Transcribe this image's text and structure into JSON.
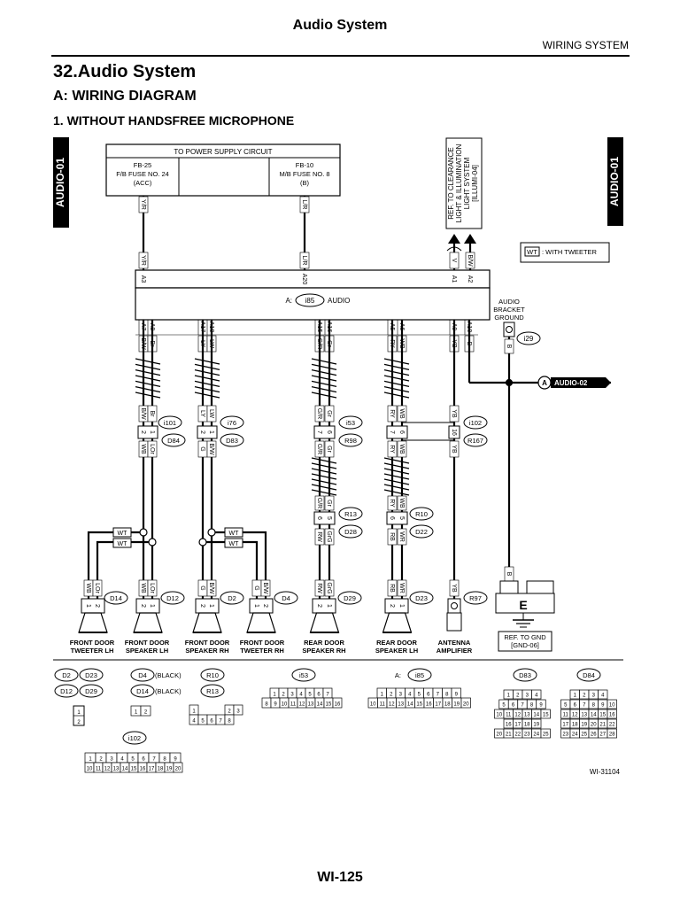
{
  "header": {
    "title": "Audio System",
    "section": "WIRING SYSTEM"
  },
  "headings": {
    "h1": "32.Audio System",
    "h2": "A:  WIRING DIAGRAM",
    "h3": "1.  WITHOUT HANDSFREE MICROPHONE"
  },
  "side_tabs": {
    "left": "AUDIO-01",
    "right": "AUDIO-01"
  },
  "power_box": {
    "title": "TO POWER SUPPLY CIRCUIT",
    "fuse_left": [
      "FB-25",
      "F/B FUSE NO. 24",
      "(ACC)"
    ],
    "fuse_right": [
      "FB-10",
      "M/B FUSE NO. 8",
      "(B)"
    ]
  },
  "ref_box": [
    "REF. TO CLEARANCE",
    "LIGHT & ILLUMINATION",
    "LIGHT SYSTEM",
    "[ILLUMI-04]"
  ],
  "legend": {
    "code": "WT",
    "text": ": WITH TWEETER"
  },
  "audio_unit": {
    "prefix": "A:",
    "code": "i85",
    "name": "AUDIO"
  },
  "top_pins": [
    {
      "pin": "A3",
      "wire": "Y/R"
    },
    {
      "pin": "A20",
      "wire": "L/R"
    },
    {
      "pin": "A1",
      "wire": "V"
    },
    {
      "pin": "A2",
      "wire": "B/W"
    }
  ],
  "power_wires": [
    "Y/R",
    "L/R"
  ],
  "bottom_pins": [
    {
      "pin": "A7",
      "wire": "B/W"
    },
    {
      "pin": "A8",
      "wire": "Br"
    },
    {
      "pin": "A17",
      "wire": "LY"
    },
    {
      "pin": "A18",
      "wire": "LW"
    },
    {
      "pin": "A15",
      "wire": "G/R"
    },
    {
      "pin": "A16",
      "wire": "Gr"
    },
    {
      "pin": "A5",
      "wire": "RY"
    },
    {
      "pin": "A6",
      "wire": "WB"
    },
    {
      "pin": "A9",
      "wire": "YB"
    },
    {
      "pin": "A10",
      "wire": "B"
    }
  ],
  "ground_bracket": {
    "label": [
      "AUDIO",
      "BRACKET",
      "GROUND"
    ],
    "wire": "B",
    "connector": "i29"
  },
  "audio02": {
    "letter": "A",
    "label": "AUDIO-02"
  },
  "upper_wires": [
    "B/W",
    "Br",
    "LY",
    "LW",
    "G/R",
    "Gr",
    "RY",
    "WB",
    "YB"
  ],
  "mid_connectors": [
    {
      "code": "i101",
      "alt": "D84",
      "pins": [
        "2",
        "1"
      ],
      "wires": [
        "WB",
        "LOr"
      ]
    },
    {
      "code": "i76",
      "alt": "D83",
      "pins": [
        "2",
        "1"
      ],
      "wires": [
        "G",
        "B/W"
      ]
    },
    {
      "code": "i53",
      "alt": "R98",
      "pins": [
        "7",
        "6"
      ],
      "wires": [
        "G/R",
        "Gr"
      ]
    },
    {
      "code": "i102",
      "alt": "R167",
      "pins": [
        "7",
        "6",
        "16"
      ],
      "wires": [
        "RY",
        "WB",
        "YB"
      ]
    }
  ],
  "rear_connectors": [
    {
      "code": "R13",
      "alt": "D28",
      "pins": [
        "6",
        "5"
      ],
      "top_wires": [
        "G/R",
        "Gr"
      ],
      "bottom_wires": [
        "RW",
        "GrG"
      ]
    },
    {
      "code": "R10",
      "alt": "D22",
      "pins": [
        "6",
        "5"
      ],
      "top_wires": [
        "RY",
        "WB"
      ],
      "bottom_wires": [
        "RB",
        "WR"
      ]
    }
  ],
  "wt_tag": "WT",
  "speakers": [
    {
      "code": "D14",
      "name": [
        "FRONT DOOR",
        "TWEETER LH"
      ],
      "wires": [
        "WB",
        "LOr"
      ],
      "pins": [
        "1",
        "2"
      ]
    },
    {
      "code": "D12",
      "name": [
        "FRONT DOOR",
        "SPEAKER LH"
      ],
      "wires": [
        "WB",
        "LOr"
      ],
      "pins": [
        "2",
        "1"
      ]
    },
    {
      "code": "D2",
      "name": [
        "FRONT DOOR",
        "SPEAKER RH"
      ],
      "wires": [
        "G",
        "B/W"
      ],
      "pins": [
        "2",
        "1"
      ]
    },
    {
      "code": "D4",
      "name": [
        "FRONT DOOR",
        "TWEETER RH"
      ],
      "wires": [
        "G",
        "B/W"
      ],
      "pins": [
        "1",
        "2"
      ]
    },
    {
      "code": "D29",
      "name": [
        "REAR DOOR",
        "SPEAKER RH"
      ],
      "wires": [
        "RW",
        "GrG"
      ],
      "pins": [
        "2",
        "1"
      ]
    },
    {
      "code": "D23",
      "name": [
        "REAR DOOR",
        "SPEAKER LH"
      ],
      "wires": [
        "RB",
        "WR"
      ],
      "pins": [
        "2",
        "1"
      ]
    },
    {
      "code": "R97",
      "name": [
        "ANTENNA",
        "AMPLIFIER"
      ],
      "wires": [
        "YB"
      ],
      "pins": []
    }
  ],
  "ground": {
    "letter": "E",
    "ref": [
      "REF. TO GND",
      "[GND-06]"
    ]
  },
  "connector_views": {
    "c1": {
      "codes": [
        "D2",
        "D23",
        "D12",
        "D29"
      ],
      "pins": [
        "1",
        "2"
      ]
    },
    "c2": {
      "codes": [
        "D4",
        "D14"
      ],
      "notes": [
        "(BLACK)",
        "(BLACK)"
      ],
      "pins": [
        "1",
        "2"
      ]
    },
    "c3": {
      "codes": [
        "R10",
        "R13"
      ],
      "pins": [
        "1",
        "2",
        "3",
        "4",
        "5",
        "6",
        "7",
        "8"
      ]
    },
    "c4": {
      "code": "i53",
      "row1": [
        "1",
        "2",
        "3",
        "4",
        "5",
        "6",
        "7"
      ],
      "row2": [
        "8",
        "9",
        "10",
        "11",
        "12",
        "13",
        "14",
        "15",
        "16"
      ]
    },
    "c5": {
      "code": "A: i85",
      "row1": [
        "1",
        "2",
        "3",
        "4",
        "5",
        "6",
        "7",
        "8",
        "9"
      ],
      "row2": [
        "10",
        "11",
        "12",
        "13",
        "14",
        "15",
        "16",
        "17",
        "18",
        "19",
        "20"
      ]
    },
    "c6": {
      "code": "D83",
      "rows": [
        [
          "1",
          "2",
          "3",
          "4"
        ],
        [
          "5",
          "6",
          "7",
          "8",
          "9"
        ],
        [
          "10",
          "11",
          "12",
          "13",
          "14",
          "15"
        ],
        [
          "16",
          "17",
          "18",
          "19"
        ],
        [
          "20",
          "21",
          "22",
          "23",
          "24",
          "25"
        ]
      ]
    },
    "c7": {
      "code": "D84",
      "rows": [
        [
          "1",
          "2",
          "3",
          "4"
        ],
        [
          "5",
          "6",
          "7",
          "8",
          "9",
          "10"
        ],
        [
          "11",
          "12",
          "13",
          "14",
          "15",
          "16"
        ],
        [
          "17",
          "18",
          "19",
          "20",
          "21",
          "22"
        ],
        [
          "23",
          "24",
          "25",
          "26",
          "27",
          "28"
        ]
      ]
    },
    "c8": {
      "code": "i102",
      "row1": [
        "1",
        "2",
        "3",
        "4",
        "5",
        "6",
        "7",
        "8",
        "9"
      ],
      "row2": [
        "10",
        "11",
        "12",
        "13",
        "14",
        "15",
        "16",
        "17",
        "18",
        "19",
        "20"
      ]
    }
  },
  "figure_id": "WI-31104",
  "page_number": "WI-125"
}
